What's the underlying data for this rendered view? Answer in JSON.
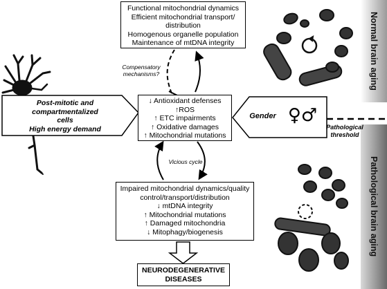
{
  "top_box": {
    "lines": [
      "Functional mitochondrial dynamics",
      "Efficient mitochondrial transport/",
      "distribution",
      "Homogenous organelle population",
      "Maintenance of mtDNA integrity"
    ]
  },
  "middle_box": {
    "lines": [
      "↓ Antioxidant defenses",
      "↑ROS",
      "↑ ETC impairments",
      "↑ Oxidative damages",
      "↑ Mitochondrial mutations"
    ]
  },
  "lower_box": {
    "lines": [
      "Impaired mitochondrial dynamics/quality",
      "control/transport/distribution",
      "↓ mtDNA integrity",
      "↑ Mitochondrial mutations",
      "↑ Damaged mitochondria",
      "↓ Mitophagy/biogenesis"
    ]
  },
  "bottom_box": {
    "lines": [
      "NEURODEGENERATIVE",
      "DISEASES"
    ]
  },
  "left_pentagon": {
    "lines": [
      "Post-mitotic and",
      "compartmentalized",
      "cells",
      "High energy demand"
    ]
  },
  "right_pentagon": {
    "label": "Gender",
    "symbols": "♀♂"
  },
  "labels": {
    "compensatory": [
      "Compensatory",
      "mechanisms?"
    ],
    "vicious_cycle": "Vicious cycle",
    "threshold": [
      "Pathological",
      "threshold"
    ]
  },
  "side_labels": {
    "normal": "Normal brain aging",
    "pathological": "Pathological brain aging"
  }
}
